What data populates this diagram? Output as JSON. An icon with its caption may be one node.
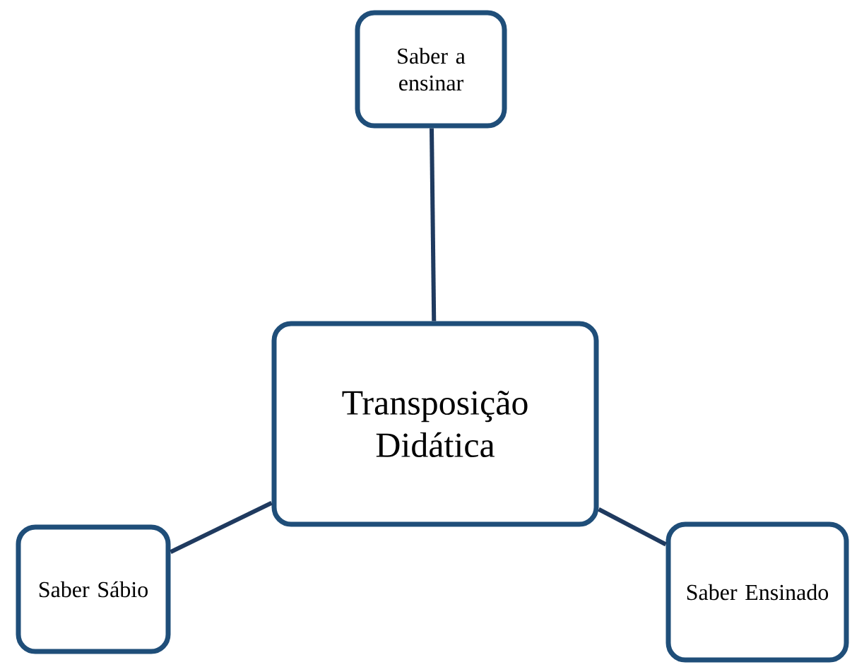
{
  "diagram": {
    "nodes": [
      {
        "text": [
          "Saber a ensinar"
        ]
      },
      {
        "text": [
          "Transposição Didática"
        ]
      },
      {
        "text": [
          "Saber Sábio"
        ]
      },
      {
        "text": [
          "Saber Ensinado"
        ]
      }
    ],
    "edges": [
      {
        "from": 0,
        "to": 1,
        "arrow": "none"
      },
      {
        "from": 1,
        "to": 2,
        "arrow": "none"
      },
      {
        "from": 1,
        "to": 3,
        "arrow": "none"
      }
    ]
  }
}
